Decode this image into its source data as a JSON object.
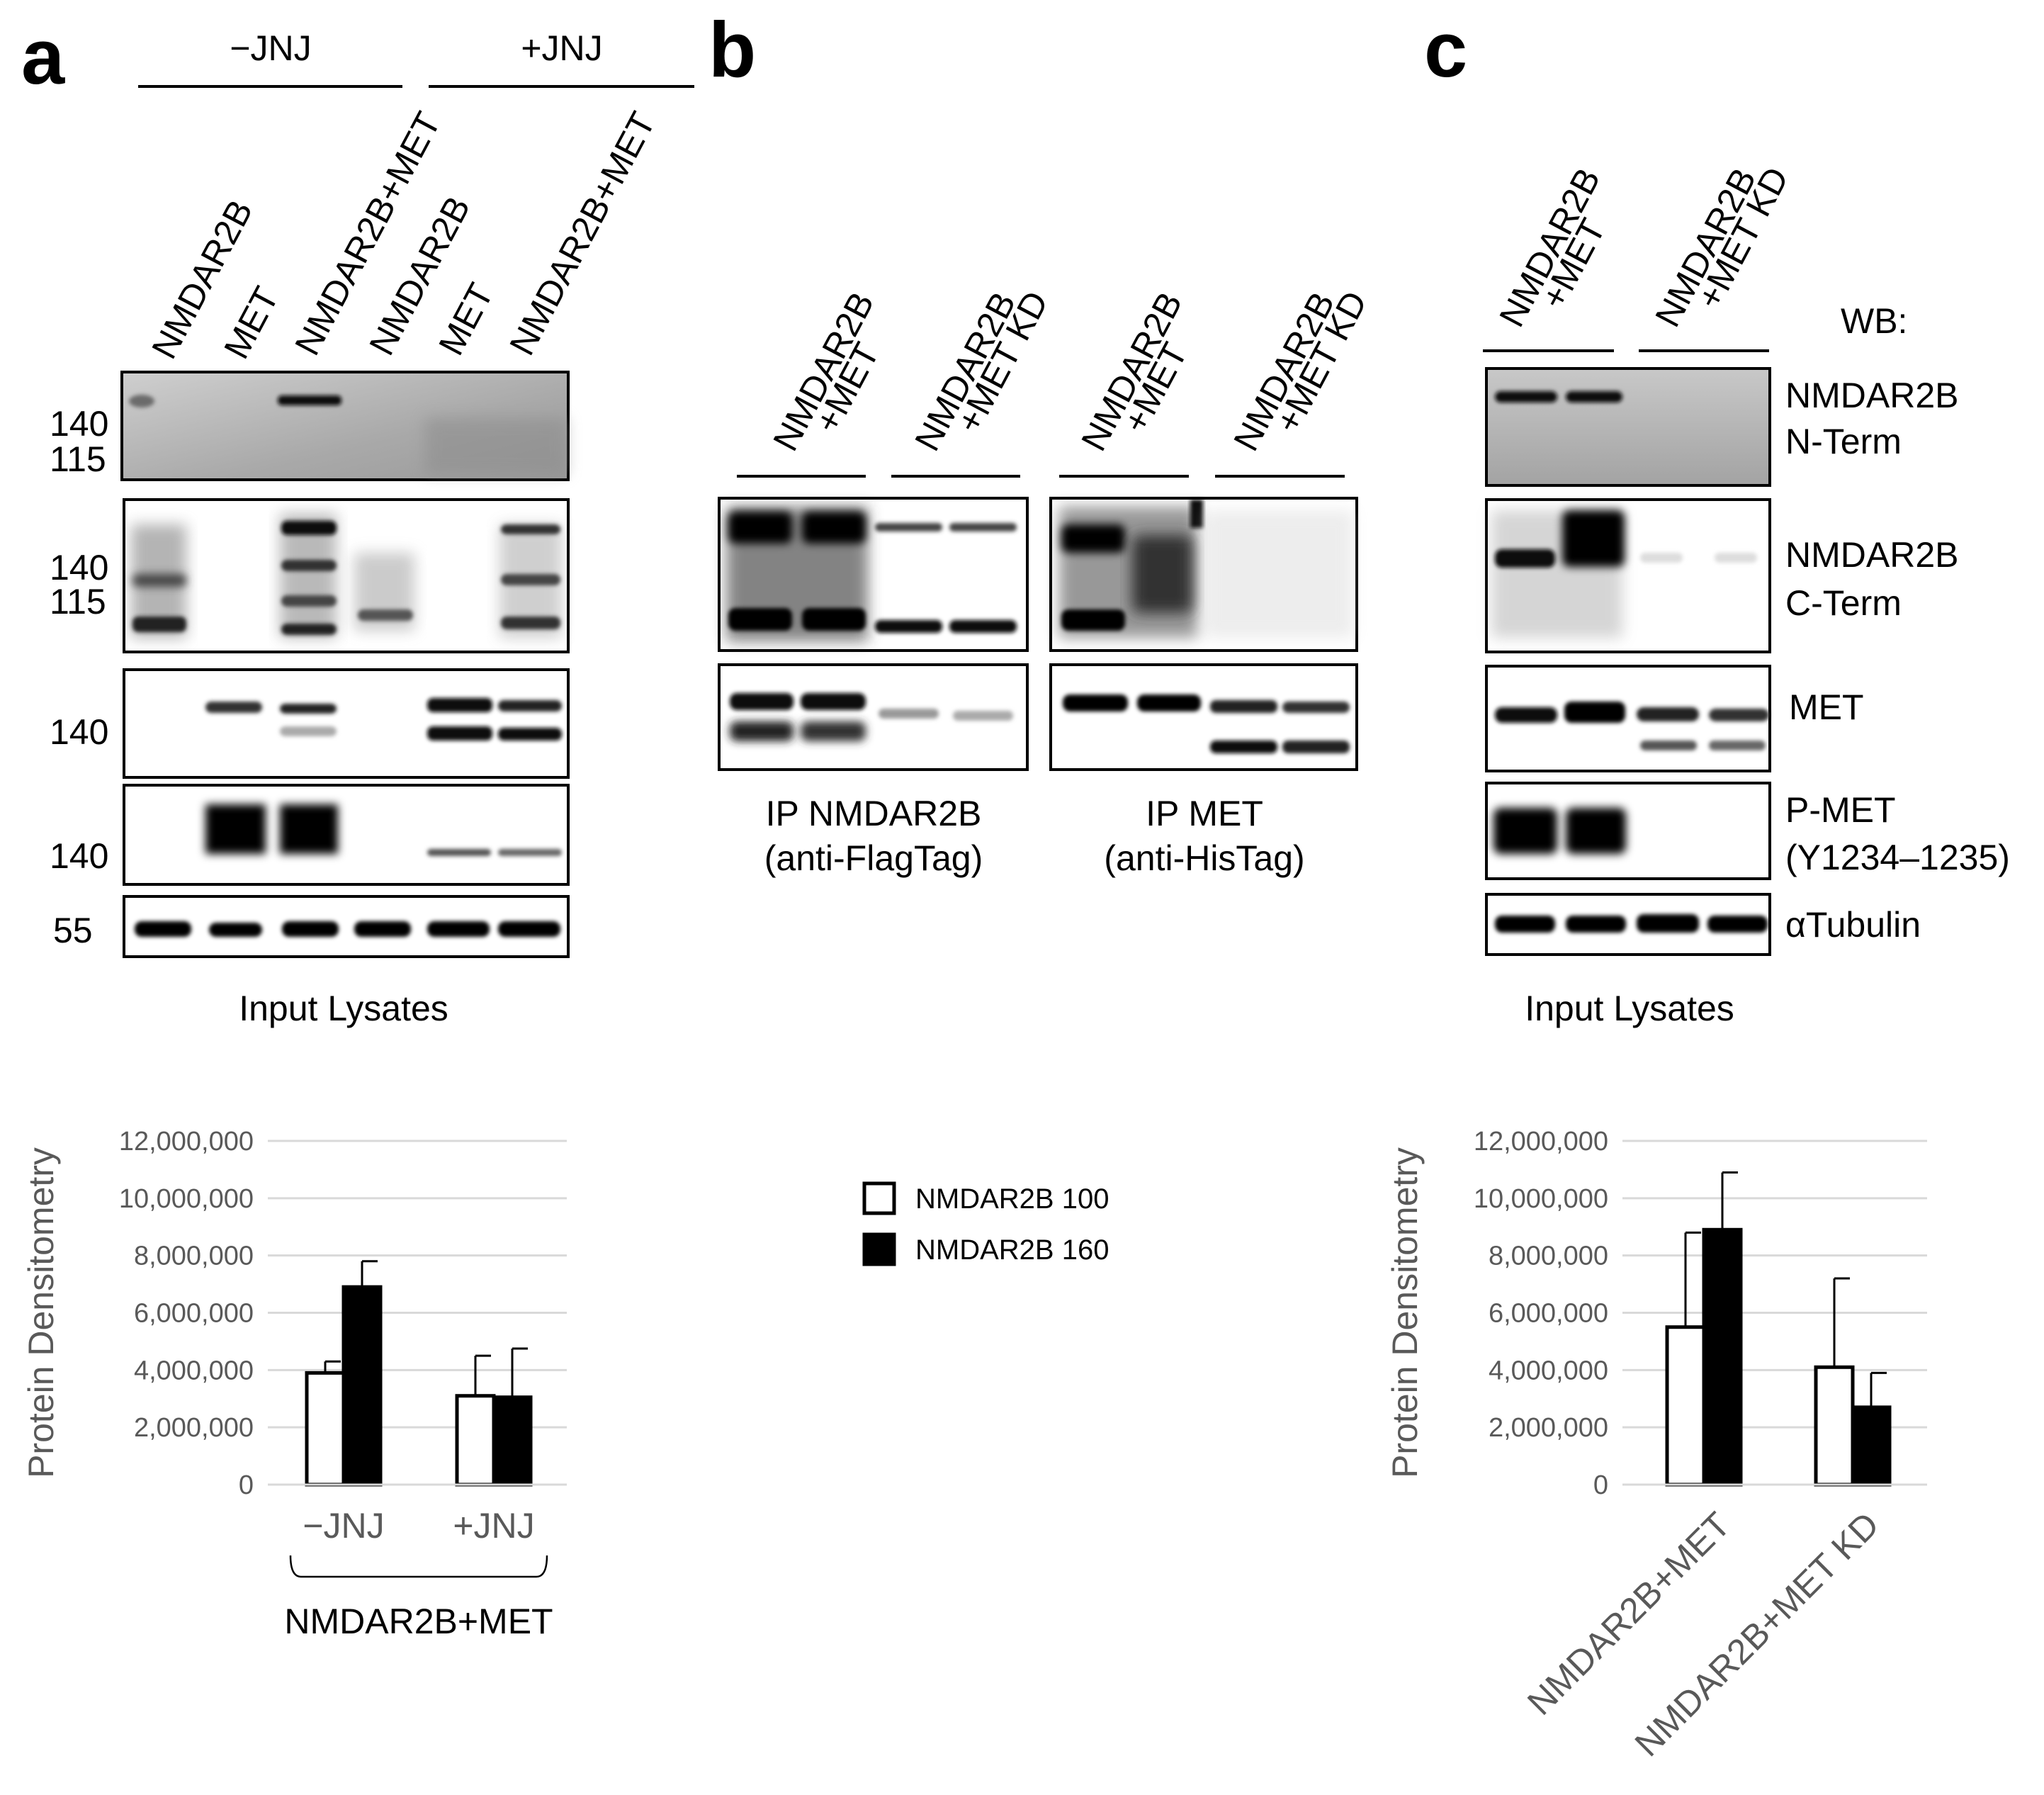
{
  "panel_a": {
    "letter": "a",
    "groups": [
      "−JNJ",
      "+JNJ"
    ],
    "lanes": [
      "NMDAR2B",
      "MET",
      "NMDAR2B+MET",
      "NMDAR2B",
      "MET",
      "NMDAR2B+MET"
    ],
    "blot_mw": [
      [
        "140",
        "115"
      ],
      [
        "140",
        "115"
      ],
      [
        "140"
      ],
      [
        "140"
      ],
      [
        "55"
      ]
    ],
    "caption": "Input Lysates"
  },
  "panel_b": {
    "letter": "b",
    "lanes": [
      "NMDAR2B\n+MET",
      "NMDAR2B\n+MET KD",
      "NMDAR2B\n+MET",
      "NMDAR2B\n+MET KD"
    ],
    "captions": [
      {
        "line1": "IP NMDAR2B",
        "line2": "(anti-FlagTag)"
      },
      {
        "line1": "IP MET",
        "line2": "(anti-HisTag)"
      }
    ]
  },
  "panel_c": {
    "letter": "c",
    "lanes": [
      "NMDAR2B\n+MET",
      "NMDAR2B\n+MET KD"
    ],
    "wb_header": "WB:",
    "blot_labels": [
      {
        "line1": "NMDAR2B",
        "line2": "N-Term"
      },
      {
        "line1": "NMDAR2B",
        "line2": "C-Term"
      },
      {
        "line1": "MET",
        "line2": ""
      },
      {
        "line1": "P-MET",
        "line2": "(Y1234–1235)"
      },
      {
        "line1": "αTubulin",
        "line2": ""
      }
    ],
    "caption": "Input Lysates"
  },
  "legend": {
    "entries": [
      {
        "label": "NMDAR2B 100",
        "color": "#ffffff"
      },
      {
        "label": "NMDAR2B 160",
        "color": "#000000"
      }
    ]
  },
  "chart_data": [
    {
      "type": "bar",
      "ylabel": "Protein Densitometry",
      "xlabel": "NMDAR2B+MET",
      "categories": [
        "−JNJ",
        "+JNJ"
      ],
      "ylim": [
        0,
        12000000
      ],
      "yticks": [
        0,
        2000000,
        4000000,
        6000000,
        8000000,
        10000000,
        12000000
      ],
      "ytick_labels": [
        "0",
        "2,000,000",
        "4,000,000",
        "6,000,000",
        "8,000,000",
        "10,000,000",
        "12,000,000"
      ],
      "grid": true,
      "series": [
        {
          "name": "NMDAR2B 100",
          "color": "#ffffff",
          "values": [
            3900000,
            3100000
          ],
          "errors": [
            400000,
            1400000
          ]
        },
        {
          "name": "NMDAR2B 160",
          "color": "#000000",
          "values": [
            6900000,
            3050000
          ],
          "errors": [
            900000,
            1700000
          ]
        }
      ]
    },
    {
      "type": "bar",
      "ylabel": "Protein Densitometry",
      "xlabel": "",
      "categories": [
        "NMDAR2B+MET",
        "NMDAR2B+MET KD"
      ],
      "ylim": [
        0,
        12000000
      ],
      "yticks": [
        0,
        2000000,
        4000000,
        6000000,
        8000000,
        10000000,
        12000000
      ],
      "ytick_labels": [
        "0",
        "2,000,000",
        "4,000,000",
        "6,000,000",
        "8,000,000",
        "10,000,000",
        "12,000,000"
      ],
      "grid": true,
      "series": [
        {
          "name": "NMDAR2B 100",
          "color": "#ffffff",
          "values": [
            5500000,
            4100000
          ],
          "errors": [
            3300000,
            3100000
          ]
        },
        {
          "name": "NMDAR2B 160",
          "color": "#000000",
          "values": [
            8900000,
            2700000
          ],
          "errors": [
            2000000,
            1200000
          ]
        }
      ]
    }
  ]
}
